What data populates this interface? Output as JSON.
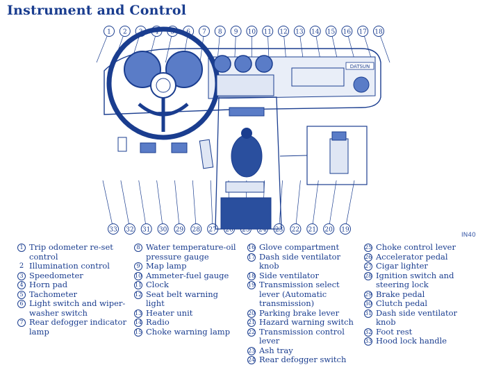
{
  "title": "Instrument and Control",
  "page_code": "IN40",
  "top_callouts": [
    "1",
    "2",
    "3",
    "4",
    "5",
    "6",
    "7",
    "8",
    "9",
    "10",
    "11",
    "12",
    "13",
    "14",
    "15",
    "16",
    "17",
    "18"
  ],
  "bottom_callouts": [
    "33",
    "32",
    "31",
    "30",
    "29",
    "28",
    "27",
    "26",
    "25",
    "24",
    "23",
    "22",
    "21",
    "20",
    "19"
  ],
  "dash_badge": "DATSUN",
  "legend": [
    {
      "num": "1",
      "text": "Trip odometer re-set control",
      "style": "circ"
    },
    {
      "num": "2",
      "text": "Illumination control",
      "style": "plain"
    },
    {
      "num": "3",
      "text": "Speedometer",
      "style": "circ"
    },
    {
      "num": "4",
      "text": "Horn pad",
      "style": "circ"
    },
    {
      "num": "5",
      "text": "Tachometer",
      "style": "circ"
    },
    {
      "num": "6",
      "text": "Light switch and wiper-washer switch",
      "style": "circ"
    },
    {
      "num": "7",
      "text": "Rear defogger indicator lamp",
      "style": "circ"
    },
    {
      "num": "8",
      "text": "Water temperature-oil pressure gauge",
      "style": "circ"
    },
    {
      "num": "9",
      "text": "Map lamp",
      "style": "circ"
    },
    {
      "num": "10",
      "text": "Ammeter-fuel gauge",
      "style": "circ"
    },
    {
      "num": "11",
      "text": "Clock",
      "style": "circ"
    },
    {
      "num": "12",
      "text": "Seat belt warning light",
      "style": "circ"
    },
    {
      "num": "13",
      "text": "Heater unit",
      "style": "circ"
    },
    {
      "num": "14",
      "text": "Radio",
      "style": "circ"
    },
    {
      "num": "15",
      "text": "Choke warning lamp",
      "style": "circ"
    },
    {
      "num": "16",
      "text": "Glove compartment",
      "style": "circ"
    },
    {
      "num": "17",
      "text": "Dash side ventilator knob",
      "style": "circ"
    },
    {
      "num": "18",
      "text": "Side ventilator",
      "style": "circ"
    },
    {
      "num": "19",
      "text": "Transmission select lever (Automatic transmission)",
      "style": "circ"
    },
    {
      "num": "20",
      "text": "Parking brake lever",
      "style": "circ"
    },
    {
      "num": "21",
      "text": "Hazard warning switch",
      "style": "circ"
    },
    {
      "num": "22",
      "text": "Transmission control lever",
      "style": "circ"
    },
    {
      "num": "23",
      "text": "Ash tray",
      "style": "circ"
    },
    {
      "num": "24",
      "text": "Rear defogger switch",
      "style": "circ"
    },
    {
      "num": "25",
      "text": "Choke control lever",
      "style": "circ"
    },
    {
      "num": "26",
      "text": "Accelerator pedal",
      "style": "circ"
    },
    {
      "num": "27",
      "text": "Cigar lighter",
      "style": "circ"
    },
    {
      "num": "28",
      "text": "Ignition switch and steering lock",
      "style": "circ"
    },
    {
      "num": "29",
      "text": "Brake pedal",
      "style": "circ"
    },
    {
      "num": "30",
      "text": "Clutch pedal",
      "style": "circ"
    },
    {
      "num": "31",
      "text": "Dash side ventilator knob",
      "style": "circ"
    },
    {
      "num": "32",
      "text": "Foot rest",
      "style": "circ"
    },
    {
      "num": "33",
      "text": "Hood lock handle",
      "style": "circ"
    }
  ],
  "colors": {
    "ink": "#1a3d8f",
    "panel": "#5a7cc7",
    "shade": "#2a4f9e"
  }
}
